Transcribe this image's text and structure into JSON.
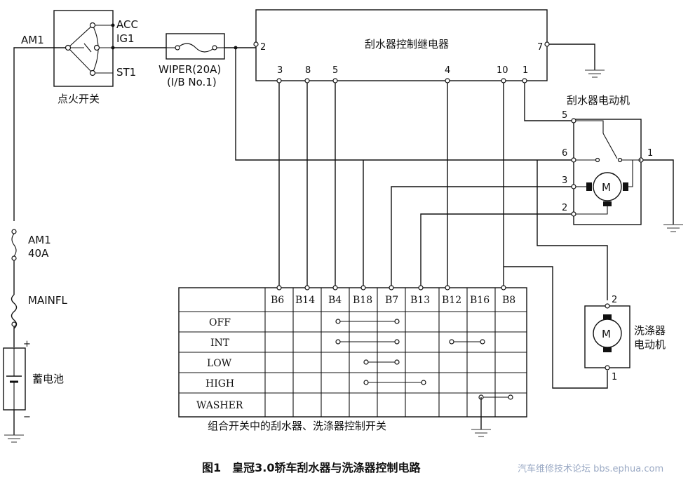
{
  "ignition_switch": {
    "name": "点火开关",
    "input_label": "AM1",
    "outputs": [
      "ACC",
      "IG1",
      "ST1"
    ]
  },
  "fuse_wiper": {
    "label": "WIPER(20A)",
    "location": "(I/B No.1)"
  },
  "relay": {
    "name": "刮水器控制继电器",
    "pins": [
      "2",
      "3",
      "8",
      "5",
      "4",
      "10",
      "1",
      "7"
    ]
  },
  "wiper_motor": {
    "name": "刮水器电动机",
    "pins": [
      "5",
      "6",
      "3",
      "2",
      "1"
    ],
    "symbol": "M"
  },
  "washer_motor": {
    "name_line1": "洗涤器",
    "name_line2": "电动机",
    "pins": [
      "2",
      "1"
    ],
    "symbol": "M"
  },
  "power": {
    "fuse_am1_label": "AM1",
    "fuse_am1_rating": "40A",
    "fusible_link": "MAINFL",
    "battery_label": "蓄电池",
    "plus": "+",
    "minus": "−"
  },
  "switch_table": {
    "columns": [
      "B6",
      "B14",
      "B4",
      "B18",
      "B7",
      "B13",
      "B12",
      "B16",
      "B8"
    ],
    "rows": [
      "OFF",
      "INT",
      "LOW",
      "HIGH",
      "WASHER"
    ],
    "caption": "组合开关中的刮水器、洗涤器控制开关"
  },
  "figure_caption": "图1　皇冠3.0轿车刮水器与洗涤器控制电路",
  "watermark": "汽车维修技术论坛 bbs.ephua.com"
}
